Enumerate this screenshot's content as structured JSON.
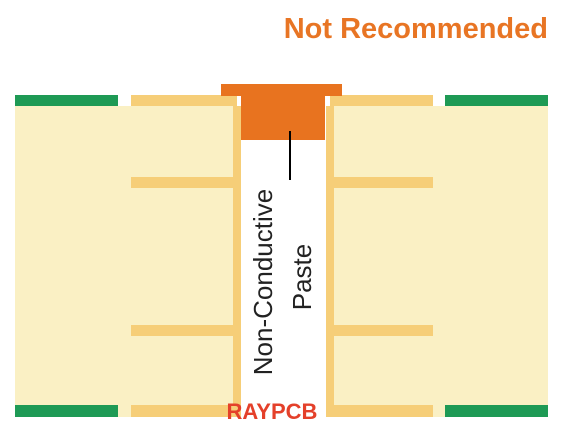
{
  "title": "Not Recommended",
  "paste_label": {
    "line1": "Non-Conductive",
    "line2": "Paste"
  },
  "watermark": "RAYPCB",
  "colors": {
    "title": "#E87524",
    "board": "#FAF0C4",
    "copper": "#F6CE78",
    "pad": "#E8731F",
    "outer_layer": "#1E9A55",
    "via_fill": "#FFFFFF",
    "watermark": "#E4402A",
    "leader_line": "#000000",
    "label_text": "#222222"
  }
}
